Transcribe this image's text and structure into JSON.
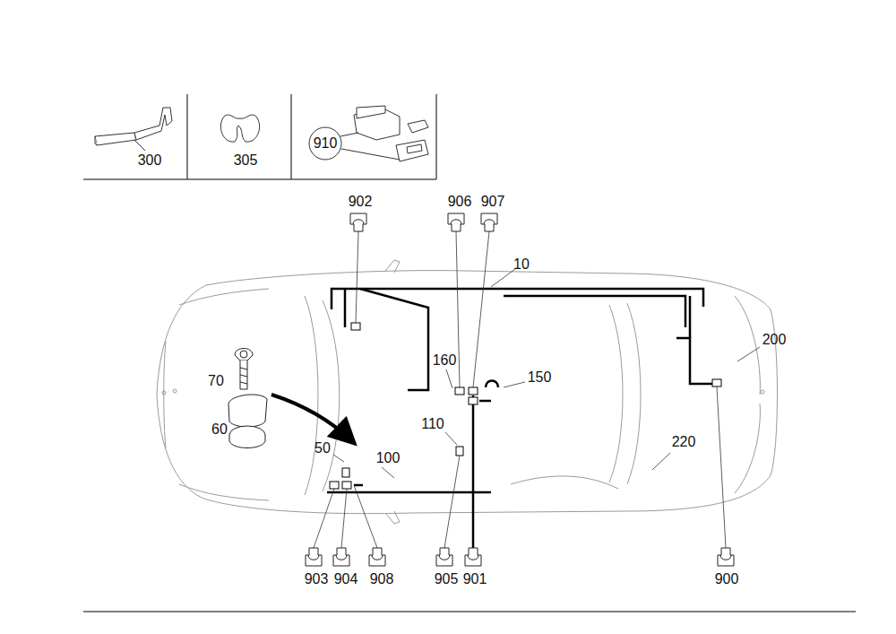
{
  "diagram": {
    "labels": [
      "300",
      "305",
      "910",
      "902",
      "906",
      "907",
      "10",
      "200",
      "160",
      "150",
      "70",
      "110",
      "60",
      "50",
      "100",
      "220",
      "903",
      "904",
      "908",
      "905",
      "901",
      "900"
    ]
  }
}
